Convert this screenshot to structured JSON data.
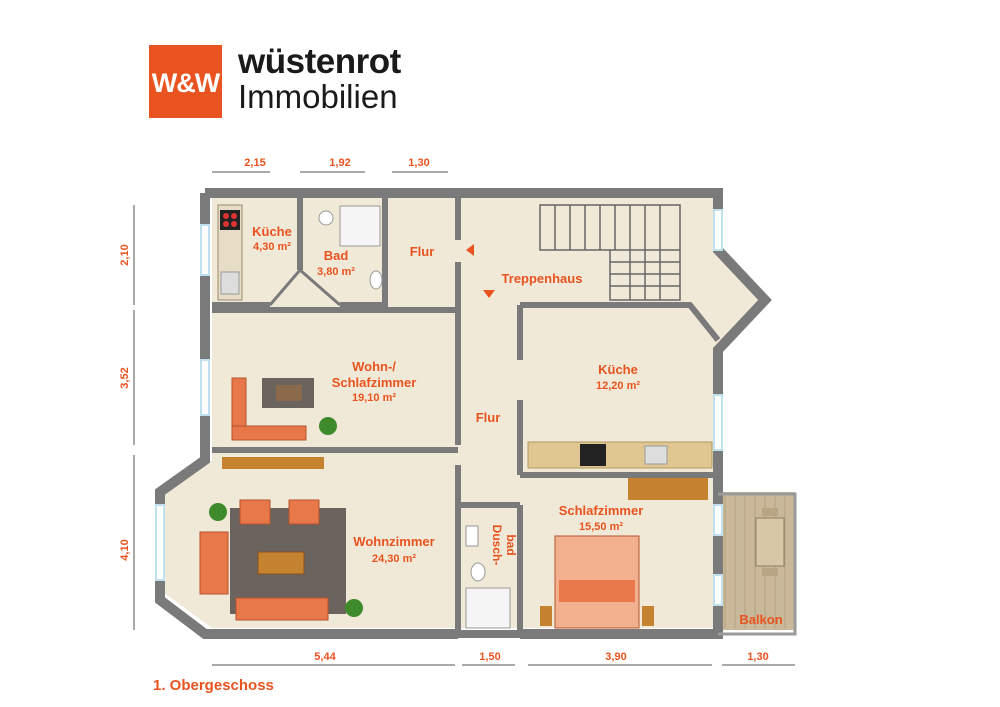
{
  "logo": {
    "mark": "W&W",
    "brand_name": "wüstenrot",
    "brand_sub": "Immobilien",
    "accent_color": "#e8531f"
  },
  "floor_label": "1. Obergeschoss",
  "rooms": {
    "kueche_small": {
      "name": "Küche",
      "area": "4,30 m²"
    },
    "bad": {
      "name": "Bad",
      "area": "3,80 m²"
    },
    "flur_top": {
      "name": "Flur"
    },
    "treppenhaus": {
      "name": "Treppenhaus"
    },
    "wohn_schlaf": {
      "name_line1": "Wohn-/",
      "name_line2": "Schlafzimmer",
      "area": "19,10 m²"
    },
    "flur_mid": {
      "name": "Flur"
    },
    "kueche_large": {
      "name": "Küche",
      "area": "12,20 m²"
    },
    "wohnzimmer": {
      "name": "Wohnzimmer",
      "area": "24,30 m²"
    },
    "duschbad": {
      "name_line1": "Dusch-",
      "name_line2": "bad"
    },
    "schlafzimmer": {
      "name": "Schlafzimmer",
      "area": "15,50 m²"
    },
    "balkon": {
      "name": "Balkon"
    }
  },
  "dimensions": {
    "top": [
      "2,15",
      "1,92",
      "1,30"
    ],
    "left": [
      "2,10",
      "3,52",
      "4,10"
    ],
    "bottom": [
      "5,44",
      "1,50",
      "3,90",
      "1,30"
    ]
  },
  "colors": {
    "wall": "#7a7a7a",
    "floor": "#f1e9d8",
    "dimension": "#e8531f",
    "room_label": "#e8531f",
    "rug": "#6b645e",
    "sofa": "#e8774a",
    "balcony": "#c9b89a"
  }
}
